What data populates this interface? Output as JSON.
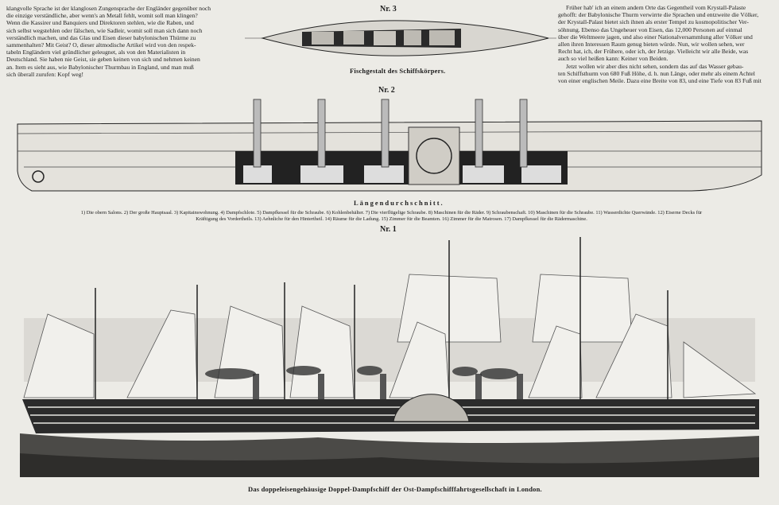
{
  "left_column": [
    "klangvolle Sprache ist der klanglosen Zungensprache der Engländer gegenüber noch",
    "die einzige verständliche, aber wenn's an Metall fehlt, womit soll man klingen?",
    "Wenn die Kassirer und Banquiers und Direktoren stehlen, wie die Raben, und",
    "sich selbst wegstehlen oder fälschen, wie Sadleir, womit soll man sich dann noch",
    "verständlich machen, und das Glas und Eisen dieser babylonischen Thürme zu",
    "sammenhalten? Mit Geist? O, dieser altmodische Artikel wird von den respek-",
    "tabeln Engländern viel gründlicher geleugnet, als von den Materialisten in",
    "Deutschland. Sie haben nie Geist, sie geben keinen von sich und nehmen keinen",
    "an. Item es sieht aus, wie Babylonischer Thurmbau in England, und man muß",
    "sich überall zurufen: Kopf weg!"
  ],
  "right_column": [
    "Früher hab' ich an einem andern Orte das Gegentheil vom Krystall-Palaste",
    "gehofft: der Babylonische Thurm verwirrte die Sprachen und entzweite die Völker,",
    "der Krystall-Palast bietet sich ihnen als erster Tempel zu kosmopolitischer Ver-",
    "söhnung. Ebenso das Ungeheuer von Eisen, das 12,000 Personen auf einmal",
    "über die Weltmeere jagen, und also einer Nationalversammlung aller Völker und",
    "allen ihren Interessen Raum genug bieten würde. Nun, wir wollen sehen, wer",
    "Recht hat, ich, der Frühere, oder ich, der Jetzige. Vielleicht wir alle Beide, was",
    "auch so viel heißen kann: Keiner von Beiden.",
    "Jetzt wollen wir aber dies nicht sehen, sondern das auf das Wasser gebau-",
    "ten Schiffsthurm von 680 Fuß Höhe, d. h. nun Länge, oder mehr als einem Achtel",
    "von einer englischen Meile. Dazu eine Breite von 83, und eine Tiefe von 83 Fuß mit"
  ],
  "figure3": {
    "label": "Nr. 3",
    "caption": "Fischgestalt des Schiffskörpers."
  },
  "figure2": {
    "label": "Nr. 2",
    "caption": "Längendurchschnitt."
  },
  "legend": [
    "1) Die obern Salons. 2) Der große Hauptsaal. 3) Kapitainswohnung. 4) Dampfschlote. 5) Dampfkessel für die Schraube. 6) Kohlenbehälter. 7) Die vierflügelige Schraube. 8) Maschinen für die Räder. 9) Schraubenschaft. 10) Maschinen für die Schraube. 11) Wasserdichte Querwände. 12) Eiserne Decks für",
    "Kräftigung des Vordertheils. 13) Aehnliche für den Hintertheil. 14) Räume für die Ladung. 15) Zimmer für die Beamten. 16) Zimmer für die Matrosen. 17) Dampfkessel für die Rädermaschine."
  ],
  "figure1": {
    "label": "Nr. 1",
    "caption": "Das doppeleisengehäusige Doppel-Dampfschiff der Ost-Dampfschifffahrtsgesellschaft in London."
  }
}
